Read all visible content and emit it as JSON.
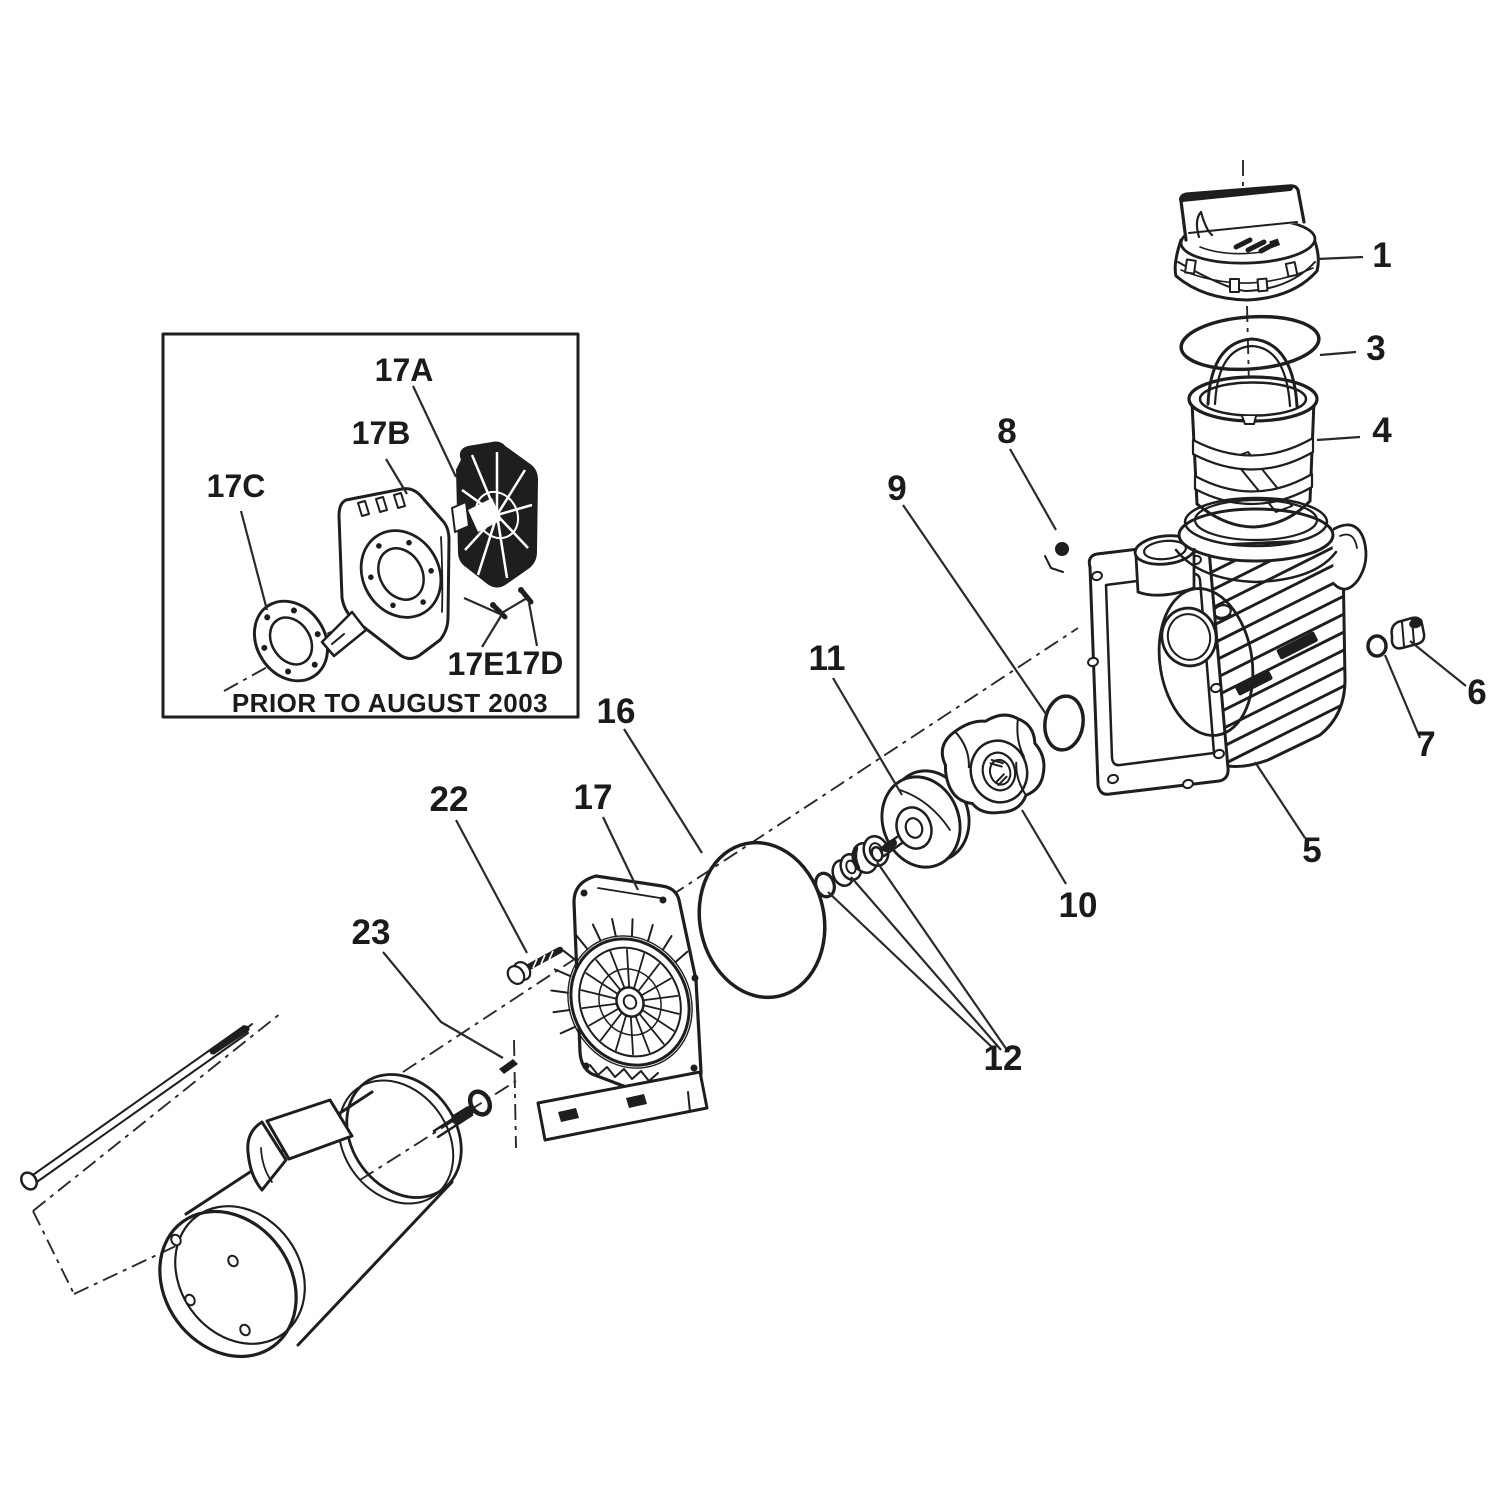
{
  "figure": {
    "kind": "exploded-parts-diagram",
    "inset_caption": "PRIOR TO AUGUST 2003"
  },
  "colors": {
    "line": "#1e1e1e",
    "background": "#ffffff"
  },
  "labels": {
    "p1": "1",
    "p3": "3",
    "p4": "4",
    "p5": "5",
    "p6": "6",
    "p7": "7",
    "p8": "8",
    "p9": "9",
    "p10": "10",
    "p11": "11",
    "p12": "12",
    "p16": "16",
    "p17": "17",
    "p22": "22",
    "p23": "23",
    "p17A": "17A",
    "p17B": "17B",
    "p17C": "17C",
    "p17D": "17D",
    "p17E": "17E"
  }
}
